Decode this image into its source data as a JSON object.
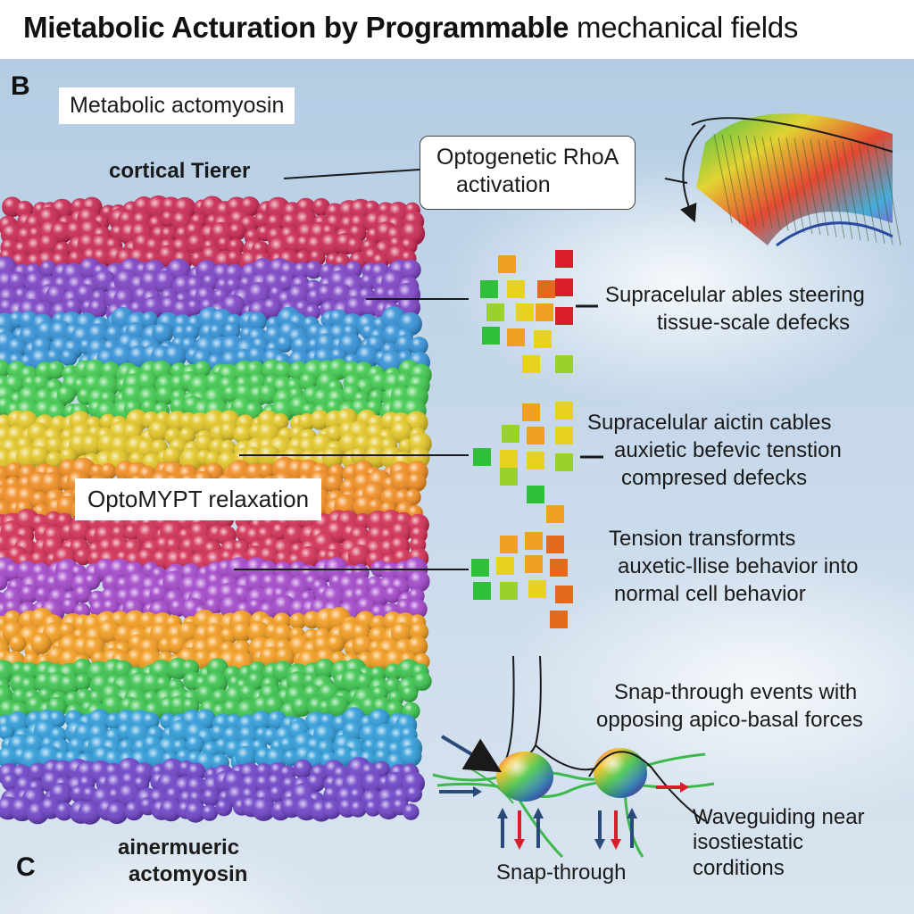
{
  "title": {
    "bold": "Mietabolic Acturation by Programmable",
    "rest": "mechanical fields"
  },
  "panels": {
    "b": "B",
    "c": "C"
  },
  "labels": {
    "metabolic_actomyosin": "Metabolic actomyosin",
    "cortical": "cortical Tierer",
    "rhoa_line1": "Optogenetic RhoA",
    "rhoa_line2": "activation",
    "optomypt": "OptoMYPT relaxation",
    "cables1_line1": "Supracelular ables steering",
    "cables1_line2": "tissue-scale defecks",
    "cables2_line1": "Supracelular aictin cables",
    "cables2_line2": "auxietic befevic tenstion",
    "cables2_line3": "comprеsed defecks",
    "tension_line1": "Tension transformts",
    "tension_line2": "auxetic-llise behavior into",
    "tension_line3": "normal cell behavior",
    "snap_events_line1": "Snap-through events with",
    "snap_events_line2": "opposing apico-basal forces",
    "snap_through": "Snap-through",
    "waveguiding_line1": "Waveguiding near",
    "waveguiding_line2": "isostiestatic",
    "waveguiding_line3": "corditions",
    "bottom_line1": "ainermueric",
    "bottom_line2": "actomyosin"
  },
  "colors": {
    "band_sequence": [
      "#c8234e",
      "#7a3fc4",
      "#2f8fd6",
      "#3cc84a",
      "#e2c521",
      "#f08a1c",
      "#d12a4f",
      "#a143c9",
      "#f29a1a",
      "#37c24a",
      "#2b9ad8",
      "#6a3fc6"
    ],
    "square_palette": [
      "#2fbf3a",
      "#9ad22d",
      "#e6d21f",
      "#f0a020",
      "#e26a1c",
      "#d81e2a"
    ],
    "arrow_blue": "#2a4a7a",
    "arrow_red": "#d81e2a",
    "membrane_green": "#3db84a"
  }
}
